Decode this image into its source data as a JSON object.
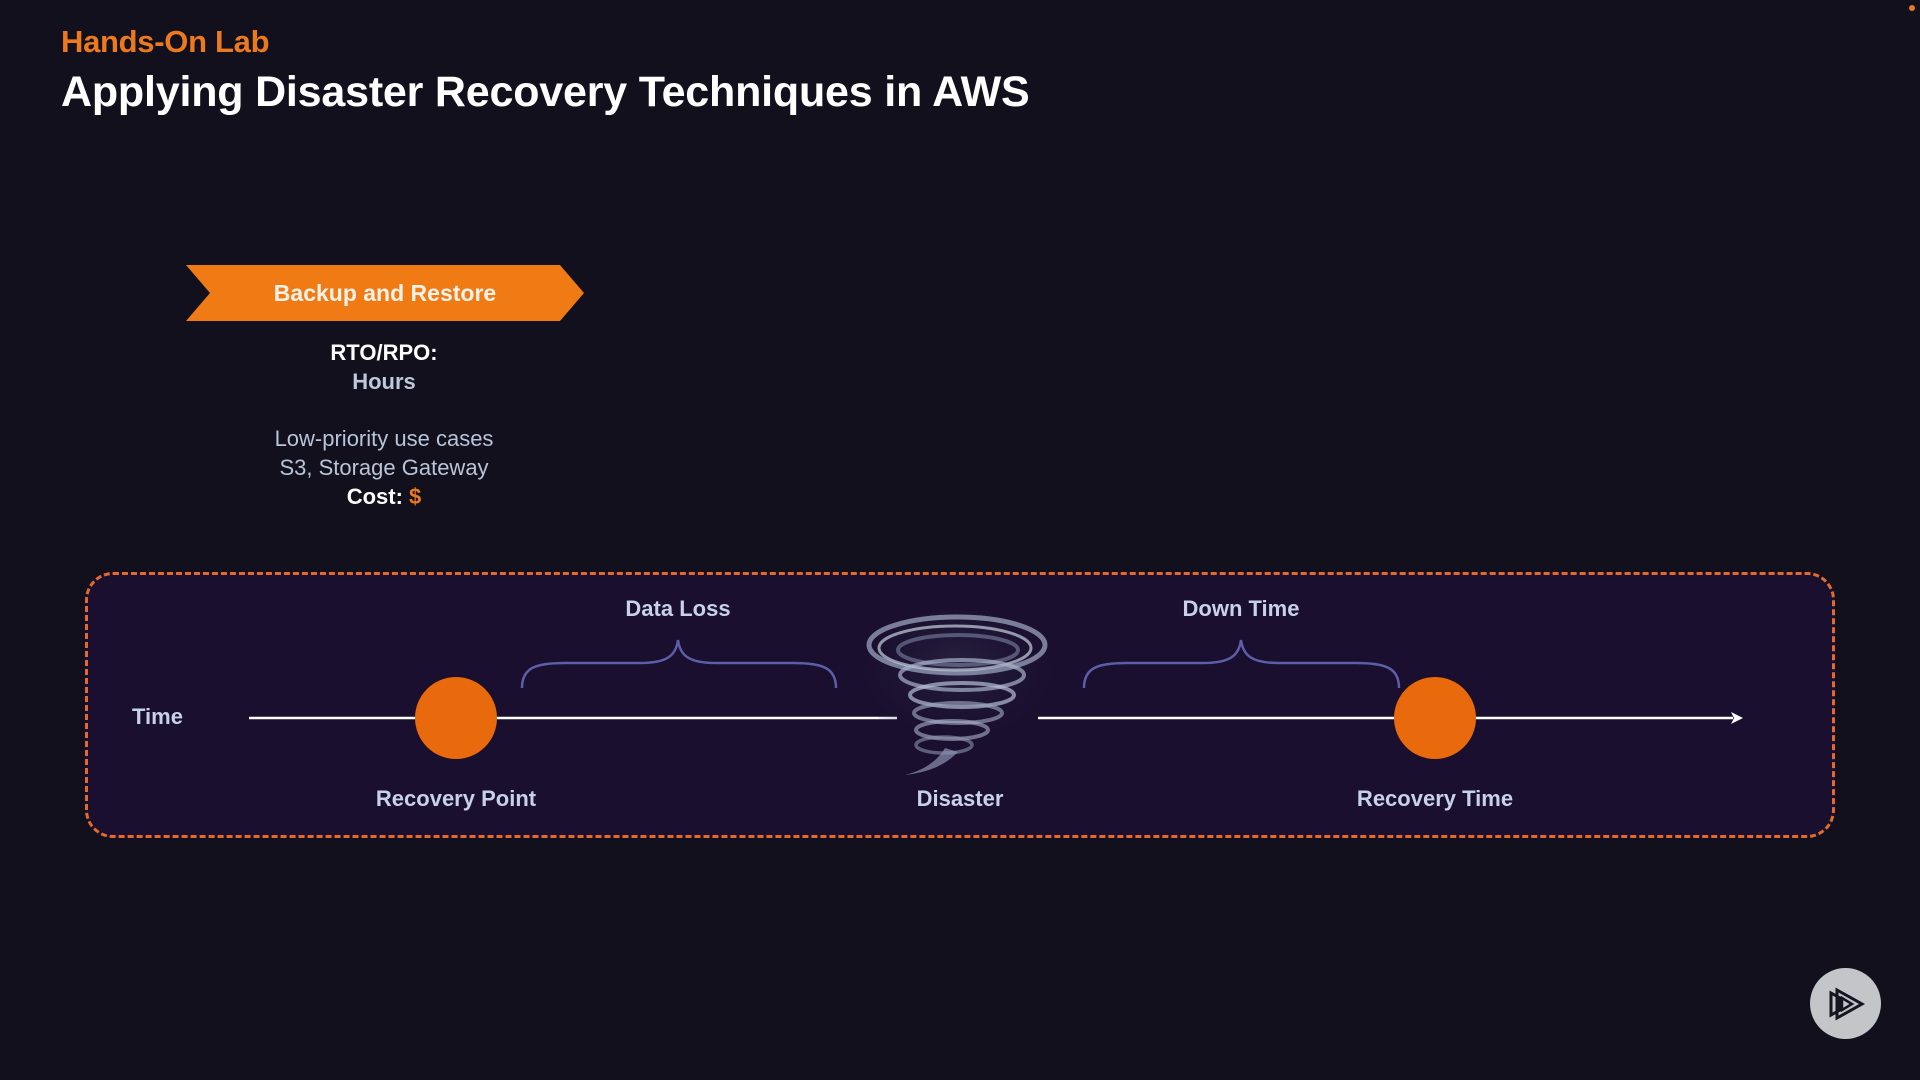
{
  "header": {
    "eyebrow": "Hands-On Lab",
    "title": "Applying Disaster Recovery Techniques in AWS"
  },
  "strategy": {
    "banner_label": "Backup and Restore",
    "rto_rpo_label": "RTO/RPO:",
    "rto_rpo_value": "Hours",
    "use_case": "Low-priority use cases",
    "services": "S3, Storage Gateway",
    "cost_label": "Cost:",
    "cost_value": "$"
  },
  "timeline": {
    "axis_label": "Time",
    "events": [
      {
        "label": "Recovery Point",
        "icon": "circle-marker"
      },
      {
        "label": "Disaster",
        "icon": "tornado-icon"
      },
      {
        "label": "Recovery Time",
        "icon": "circle-marker"
      }
    ],
    "spans": [
      {
        "label": "Data Loss",
        "from": "Recovery Point",
        "to": "Disaster"
      },
      {
        "label": "Down Time",
        "from": "Disaster",
        "to": "Recovery Time"
      }
    ]
  },
  "colors": {
    "accent": "#f07b14",
    "marker": "#e96a0c",
    "background": "#12101c",
    "panel": "#1a0f2e",
    "brace": "#5c5ea8",
    "label": "#c7d1e9"
  },
  "logo": {
    "icon": "play-logo-icon"
  }
}
